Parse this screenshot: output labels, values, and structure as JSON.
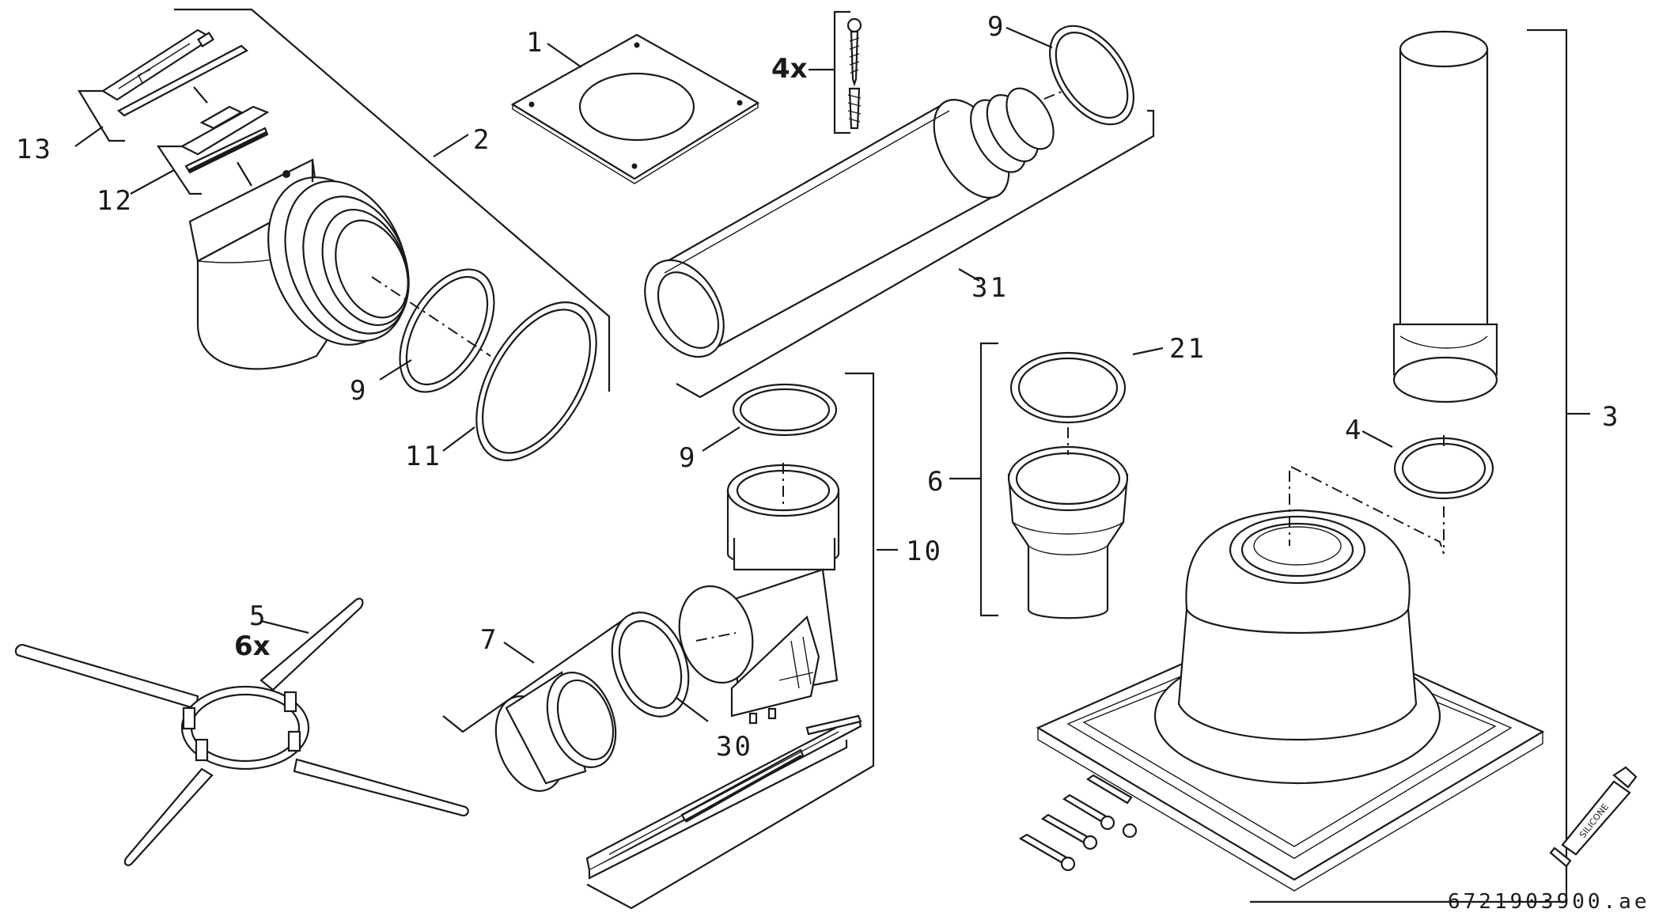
{
  "diagram": {
    "labels": {
      "p1": "1",
      "p2": "2",
      "p3": "3",
      "p4": "4",
      "p5": "5",
      "p6": "6",
      "p7": "7",
      "p9a": "9",
      "p9b": "9",
      "p9c": "9",
      "p10": "10",
      "p11": "11",
      "p12": "12",
      "p13": "13",
      "p21": "21",
      "p30": "30",
      "p31": "31"
    },
    "quantities": {
      "screws": "4x",
      "brackets": "6x"
    },
    "tube_text": "SILICONE",
    "reference": "6721903900.ae"
  }
}
